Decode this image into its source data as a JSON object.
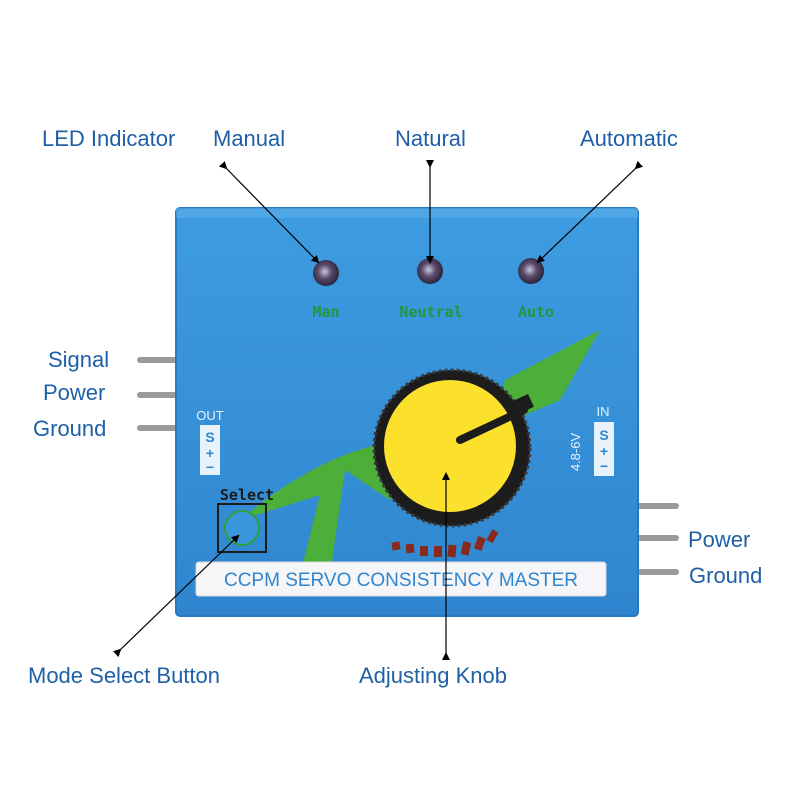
{
  "callouts": {
    "led_indicator": "LED Indicator",
    "manual": "Manual",
    "natural": "Natural",
    "automatic": "Automatic",
    "signal": "Signal",
    "power_left": "Power",
    "ground_left": "Ground",
    "power_right": "Power",
    "ground_right": "Ground",
    "mode_select_button": "Mode Select Button",
    "adjusting_knob": "Adjusting Knob"
  },
  "board": {
    "led_labels": {
      "man": "Man",
      "neutral": "Neutral",
      "auto": "Auto"
    },
    "out_label": "OUT",
    "in_label": "IN",
    "pin_s": "S",
    "pin_plus": "+",
    "pin_minus": "−",
    "voltage_label": "4.8-6V",
    "select_label": "Select",
    "title": "CCPM SERVO CONSISTENCY MASTER"
  },
  "colors": {
    "board_blue": "#3a96dc",
    "board_edge": "#2a78c0",
    "led_green_text": "#1a9a3a",
    "knob_yellow": "#fbe02c",
    "knob_black": "#1c1c1c",
    "swoosh_green": "#4caf3a",
    "callout_text": "#1f5fa8",
    "arrow": "#000000"
  },
  "icons": {
    "led": "led-icon",
    "knob": "knob-icon",
    "select_button": "button-icon",
    "pin": "pin-icon"
  }
}
